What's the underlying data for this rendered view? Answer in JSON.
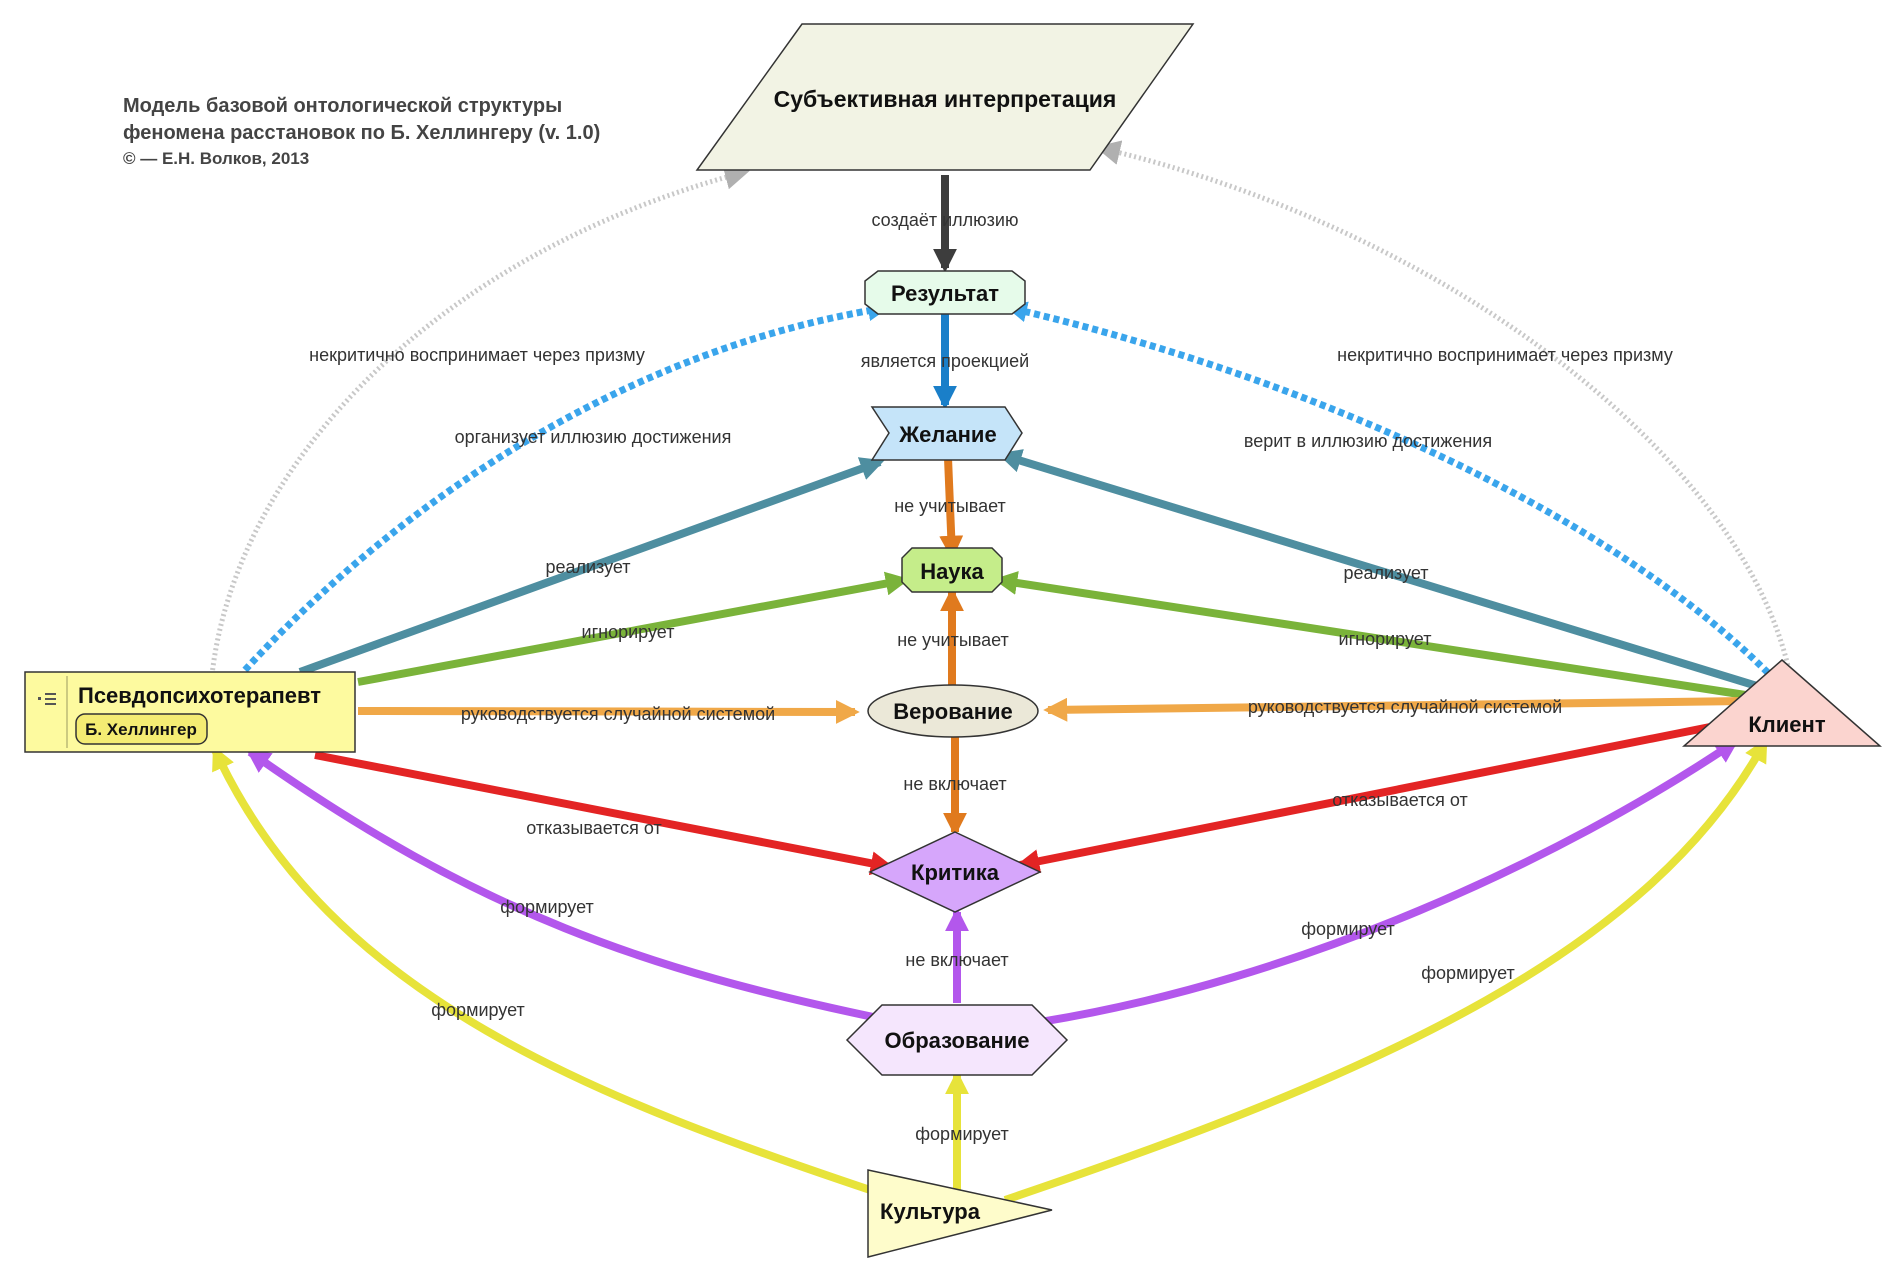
{
  "title": {
    "line1": "Модель базовой онтологической структуры",
    "line2": "феномена расстановок по Б. Хеллингеру (v. 1.0)",
    "line3": "© — Е.Н. Волков, 2013"
  },
  "nodes": {
    "interpretation": "Субъективная интерпретация",
    "result": "Результат",
    "desire": "Желание",
    "science": "Наука",
    "belief": "Верование",
    "critique": "Критика",
    "education": "Образование",
    "culture": "Культура",
    "client": "Клиент",
    "pseudo": "Псевдопсихотерапевт",
    "pseudo_sub": "Б. Хеллингер"
  },
  "edge_labels": {
    "creates_illusion": "создаёт иллюзию",
    "is_projection": "является проекцией",
    "not_considers_1": "не учитывает",
    "not_considers_2": "не учитывает",
    "not_includes_1": "не включает",
    "not_includes_2": "не включает",
    "forms_culture_education": "формирует",
    "uncritical_left": "некритично воспринимает через призму",
    "uncritical_right": "некритично воспринимает через призму",
    "organizes_illusion": "организует иллюзию достижения",
    "believes_illusion": "верит в иллюзию достижения",
    "realizes_left": "реализует",
    "realizes_right": "реализует",
    "ignores_left": "игнорирует",
    "ignores_right": "игнорирует",
    "random_system_left": "руководствуется случайной системой",
    "random_system_right": "руководствуется случайной системой",
    "refuses_left": "отказывается от",
    "refuses_right": "отказывается от",
    "forms_edu_pseudo": "формирует",
    "forms_edu_client": "формирует",
    "forms_culture_pseudo": "формирует",
    "forms_culture_client": "формирует"
  },
  "colors": {
    "dark": "#3d3d3d",
    "blue": "#1a7fc9",
    "orange_dark": "#e07a1e",
    "orange_light": "#f0a848",
    "teal": "#4e8ea0",
    "green": "#7ab33a",
    "red": "#e32424",
    "purple": "#b357ec",
    "yellow": "#e7e33a",
    "gray": "#c4c4c4",
    "dotted_blue": "#3aa5ec"
  }
}
